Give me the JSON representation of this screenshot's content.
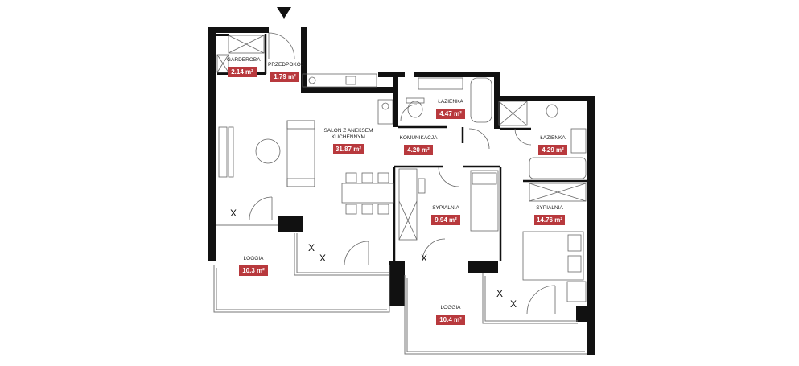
{
  "rooms": {
    "garderoba": {
      "name": "GARDEROBA",
      "area": "2.14 m²"
    },
    "przedpokoj": {
      "name": "PRZEDPOKÓJ",
      "area": "1.79 m²"
    },
    "lazienka1": {
      "name": "ŁAZIENKA",
      "area": "4.47 m²"
    },
    "salon": {
      "name_line1": "SALON Z ANEKSEM",
      "name_line2": "KUCHENNYM",
      "area": "31.87 m²"
    },
    "komunikacja": {
      "name": "KOMUNIKACJA",
      "area": "4.20 m²"
    },
    "lazienka2": {
      "name": "ŁAZIENKA",
      "area": "4.29 m²"
    },
    "sypialnia1": {
      "name": "SYPIALNIA",
      "area": "9.94 m²"
    },
    "sypialnia2": {
      "name": "SYPIALNIA",
      "area": "14.76 m²"
    },
    "loggia1": {
      "name": "LOGGIA",
      "area": "10.3 m²"
    },
    "loggia2": {
      "name": "LOGGIA",
      "area": "10.4 m²"
    }
  },
  "marks": {
    "x": "X"
  },
  "colors": {
    "wall": "#111111",
    "label_bg": "#b8393d",
    "label_text": "#ffffff",
    "fixture": "#666666"
  },
  "icons": [
    "entrance-arrow-icon",
    "door-swing-icon",
    "window-x-icon"
  ]
}
